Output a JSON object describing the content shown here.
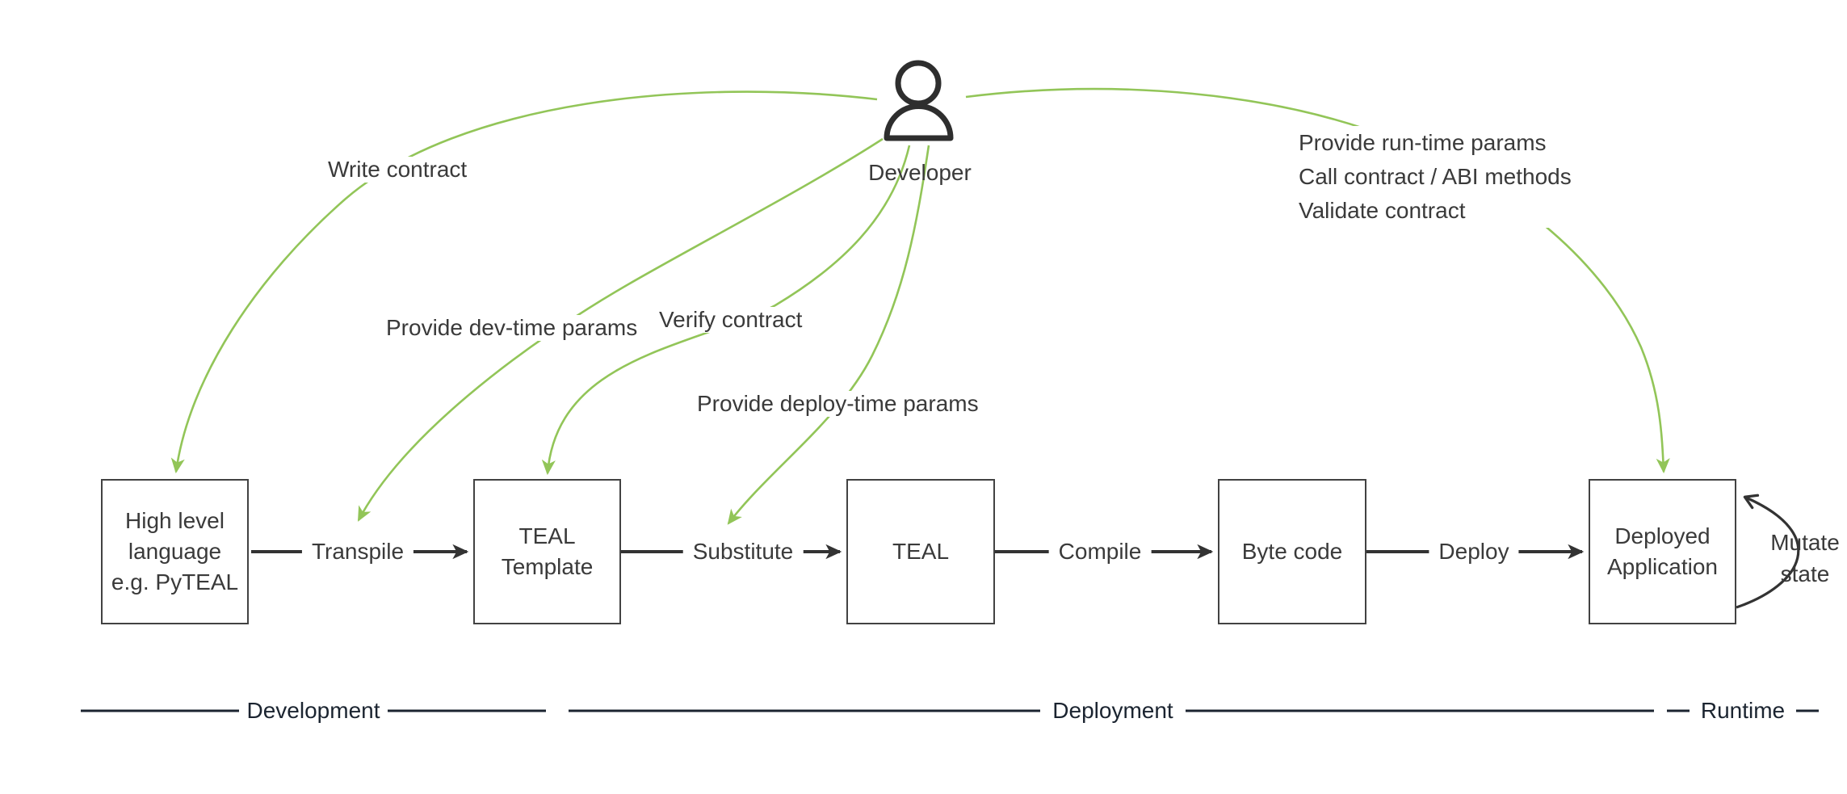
{
  "diagram": {
    "developer": {
      "label": "Developer"
    },
    "actions": {
      "write_contract": "Write contract",
      "provide_dev_time_params": "Provide dev-time params",
      "verify_contract": "Verify contract",
      "provide_deploy_time_params": "Provide deploy-time params",
      "runtime_lines": [
        "Provide run-time params",
        "Call contract / ABI methods",
        "Validate contract"
      ]
    },
    "pipeline": {
      "boxes": [
        {
          "id": "high-level-language",
          "text": "High level\nlanguage\ne.g. PyTEAL"
        },
        {
          "id": "teal-template",
          "text": "TEAL\nTemplate"
        },
        {
          "id": "teal",
          "text": "TEAL"
        },
        {
          "id": "byte-code",
          "text": "Byte code"
        },
        {
          "id": "deployed-application",
          "text": "Deployed\nApplication"
        }
      ],
      "flows": [
        "Transpile",
        "Substitute",
        "Compile",
        "Deploy"
      ],
      "mutate_state": "Mutate\nstate"
    },
    "phases": [
      "Development",
      "Deployment",
      "Runtime"
    ],
    "colors": {
      "accent_green": "#92c558",
      "line_dark": "#333333",
      "phase_navy": "#1b2430",
      "box_border": "#424242",
      "text": "#3a3a3a"
    }
  }
}
